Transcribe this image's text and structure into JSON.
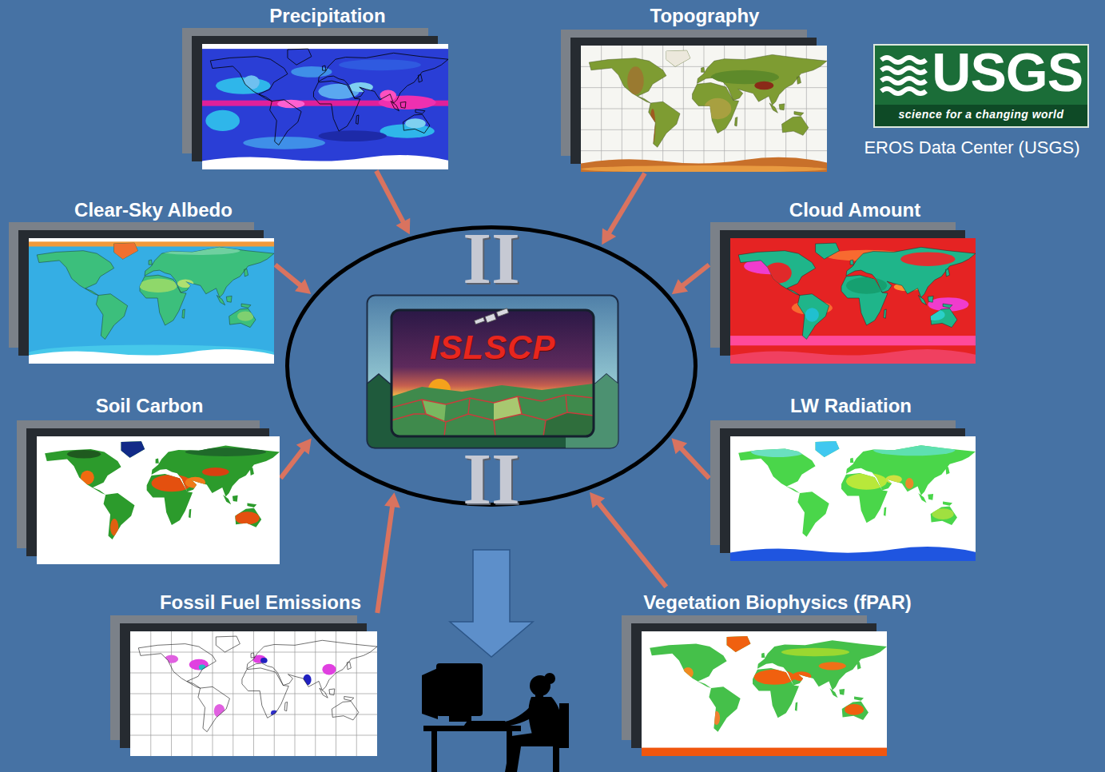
{
  "diagram": {
    "nodes": [
      {
        "text": [
          "Precipitation"
        ]
      },
      {
        "text": [
          "Topography"
        ]
      },
      {
        "text": [
          "USGS",
          "science for a changing world",
          "EROS Data Center (USGS)"
        ]
      },
      {
        "text": [
          "Clear-Sky Albedo"
        ]
      },
      {
        "text": [
          "Cloud Amount"
        ]
      },
      {
        "text": [
          "II",
          "II"
        ]
      },
      {
        "text": [
          "ISLSCP"
        ],
        "in": 5
      },
      {
        "text": [
          "Soil Carbon"
        ]
      },
      {
        "text": [
          "LW Radiation"
        ]
      },
      {
        "text": [
          "Fossil Fuel Emissions"
        ]
      },
      {
        "text": [
          "Vegetation Biophysics (fPAR)"
        ]
      }
    ],
    "edges": [
      {
        "from": 0,
        "to": 5,
        "arrow": "to"
      },
      {
        "from": 1,
        "to": 5,
        "arrow": "to"
      },
      {
        "from": 3,
        "to": 5,
        "arrow": "to"
      },
      {
        "from": 4,
        "to": 5,
        "arrow": "to"
      },
      {
        "from": 7,
        "to": 5,
        "arrow": "to"
      },
      {
        "from": 8,
        "to": 5,
        "arrow": "to"
      },
      {
        "from": 9,
        "to": 5,
        "arrow": "to"
      },
      {
        "from": 10,
        "to": 5,
        "arrow": "to"
      }
    ]
  }
}
